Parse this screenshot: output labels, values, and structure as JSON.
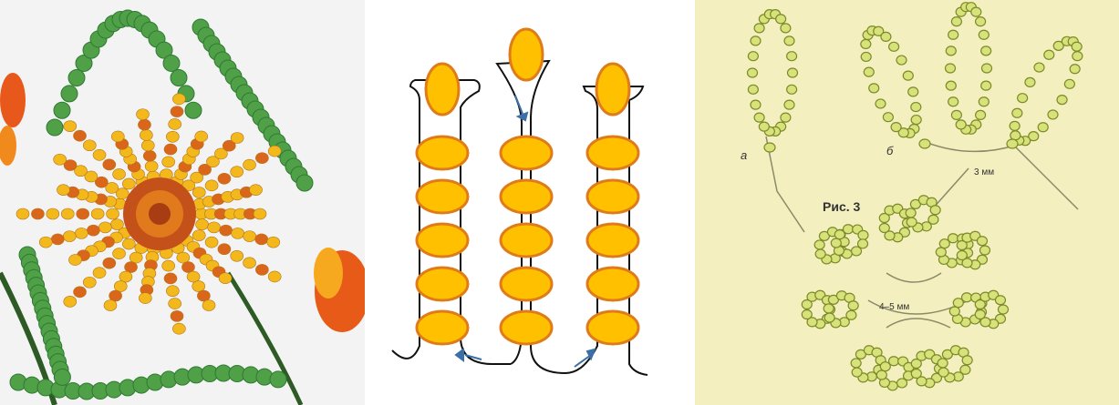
{
  "photo": {
    "subject": "beaded flower photograph",
    "colors": {
      "petal": "#f2b81c",
      "petal_shade": "#d9661b",
      "leaf": "#4fa046",
      "leaf_dark": "#2f7a33",
      "wire": "#6a4a2a"
    }
  },
  "diagram": {
    "colors": {
      "bead_fill": "#ffc000",
      "bead_stroke": "#e07b1a",
      "wire": "#111111",
      "arrow": "#3a6fa8"
    },
    "columns": [
      {
        "top_bead": true,
        "body_beads": 5
      },
      {
        "top_bead": true,
        "body_beads": 5
      },
      {
        "top_bead": true,
        "body_beads": 5
      }
    ]
  },
  "scheme": {
    "labels": {
      "a": "а",
      "b": "б",
      "fig": "Рис. 3",
      "gap_small": "3 мм",
      "gap_large": "4–5 мм"
    },
    "colors": {
      "background": "#f3efbf",
      "bead": "#d8e27a",
      "bead_stroke": "#7d8a2a",
      "wire": "#8a8a6a"
    }
  }
}
